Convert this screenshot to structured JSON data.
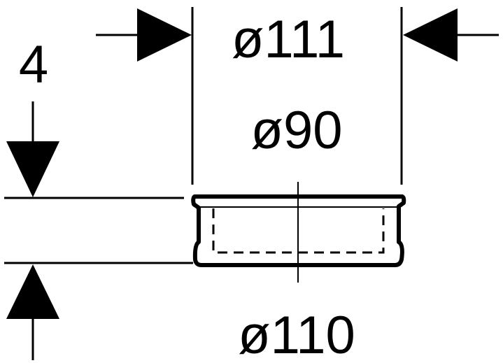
{
  "colors": {
    "ink": "#000000",
    "paper": "#ffffff"
  },
  "dimensions": {
    "outer_top_diameter": "ø111",
    "inner_diameter": "ø90",
    "bottom_diameter": "ø110",
    "height": "4"
  }
}
